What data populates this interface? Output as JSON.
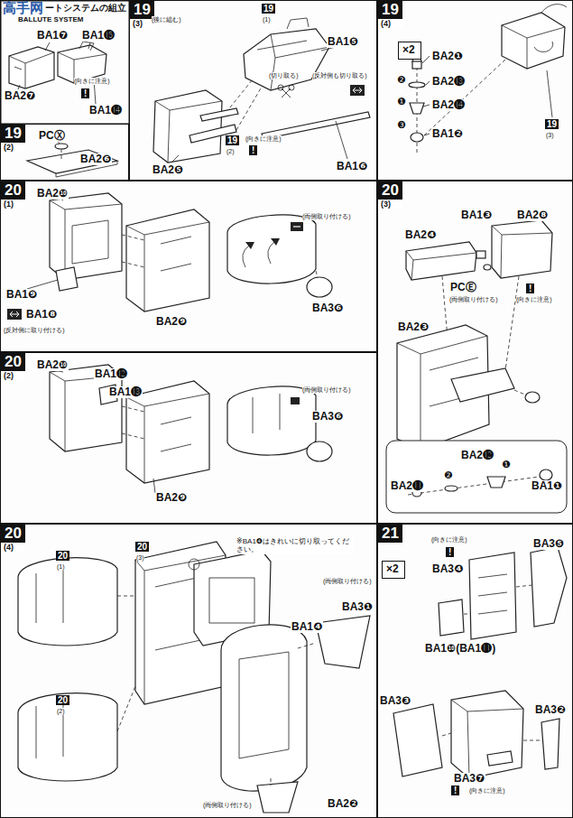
{
  "diagram": {
    "title": "ートシステムの組立",
    "nodes": [
      {
        "text": [
          "19",
          "(2)"
        ]
      },
      {
        "text": [
          "19",
          "(3)"
        ]
      },
      {
        "text": [
          "19",
          "(4)"
        ]
      },
      {
        "text": [
          "×2"
        ],
        "in": 2
      },
      {
        "text": [
          "20",
          "(1)"
        ]
      },
      {
        "text": [
          "20",
          "(3)"
        ]
      },
      {
        "text": [
          "20",
          "(2)"
        ]
      },
      {
        "text": [
          "20",
          "(4)"
        ]
      },
      {
        "text": [
          "21"
        ]
      },
      {
        "text": [
          "×2"
        ],
        "in": 8
      }
    ],
    "labels": [
      "高手网",
      "BALLUTE SYSTEM",
      "BA1❼",
      "BA1⓯",
      "BA2❼",
      "(向きに注意)",
      "!",
      "BA1⓮",
      "PCⓍ",
      "BA2❻",
      "(後に組む)",
      "19",
      "(1)",
      "BA1❺",
      "(切り取る)",
      "(反対側も切り取る)",
      "BA2❺",
      "19",
      "(2)",
      "(向きに注意)",
      "!",
      "BA1❻",
      "BA2❶",
      "BA2⓭",
      "BA2⓮",
      "BA1❷",
      "❷",
      "❶",
      "❸",
      "19",
      "(3)",
      "BA2❿",
      "BA1❾",
      "BA1❽",
      "(反対側に取り付ける)",
      "BA2❾",
      "(両側取り付ける)",
      "BA3❻",
      "BA2❿",
      "BA1⓬",
      "BA1⓭",
      "BA2❾",
      "(両側取り付ける)",
      "BA3❻",
      "BA1❸",
      "BA2❽",
      "BA2❹",
      "PCⒺ",
      "(両側取り付ける)",
      "!",
      "(向きに注意)",
      "BA2❸",
      "BA2⓬",
      "BA2⓫",
      "BA1❶",
      "❷",
      "❶",
      "20",
      "(1)",
      "20",
      "(3)",
      "※BA1❹はきれいに切り取ってください。",
      "BA1❹",
      "(両側取り付ける)",
      "BA3❶",
      "20",
      "(2)",
      "(両側取り付ける)",
      "BA2❷",
      "(向きに注意)",
      "!",
      "BA3❺",
      "BA3❹",
      "BA1❿(BA1⓫)",
      "BA3❸",
      "BA3❷",
      "BA3❼",
      "!",
      "(向きに注意)"
    ]
  }
}
